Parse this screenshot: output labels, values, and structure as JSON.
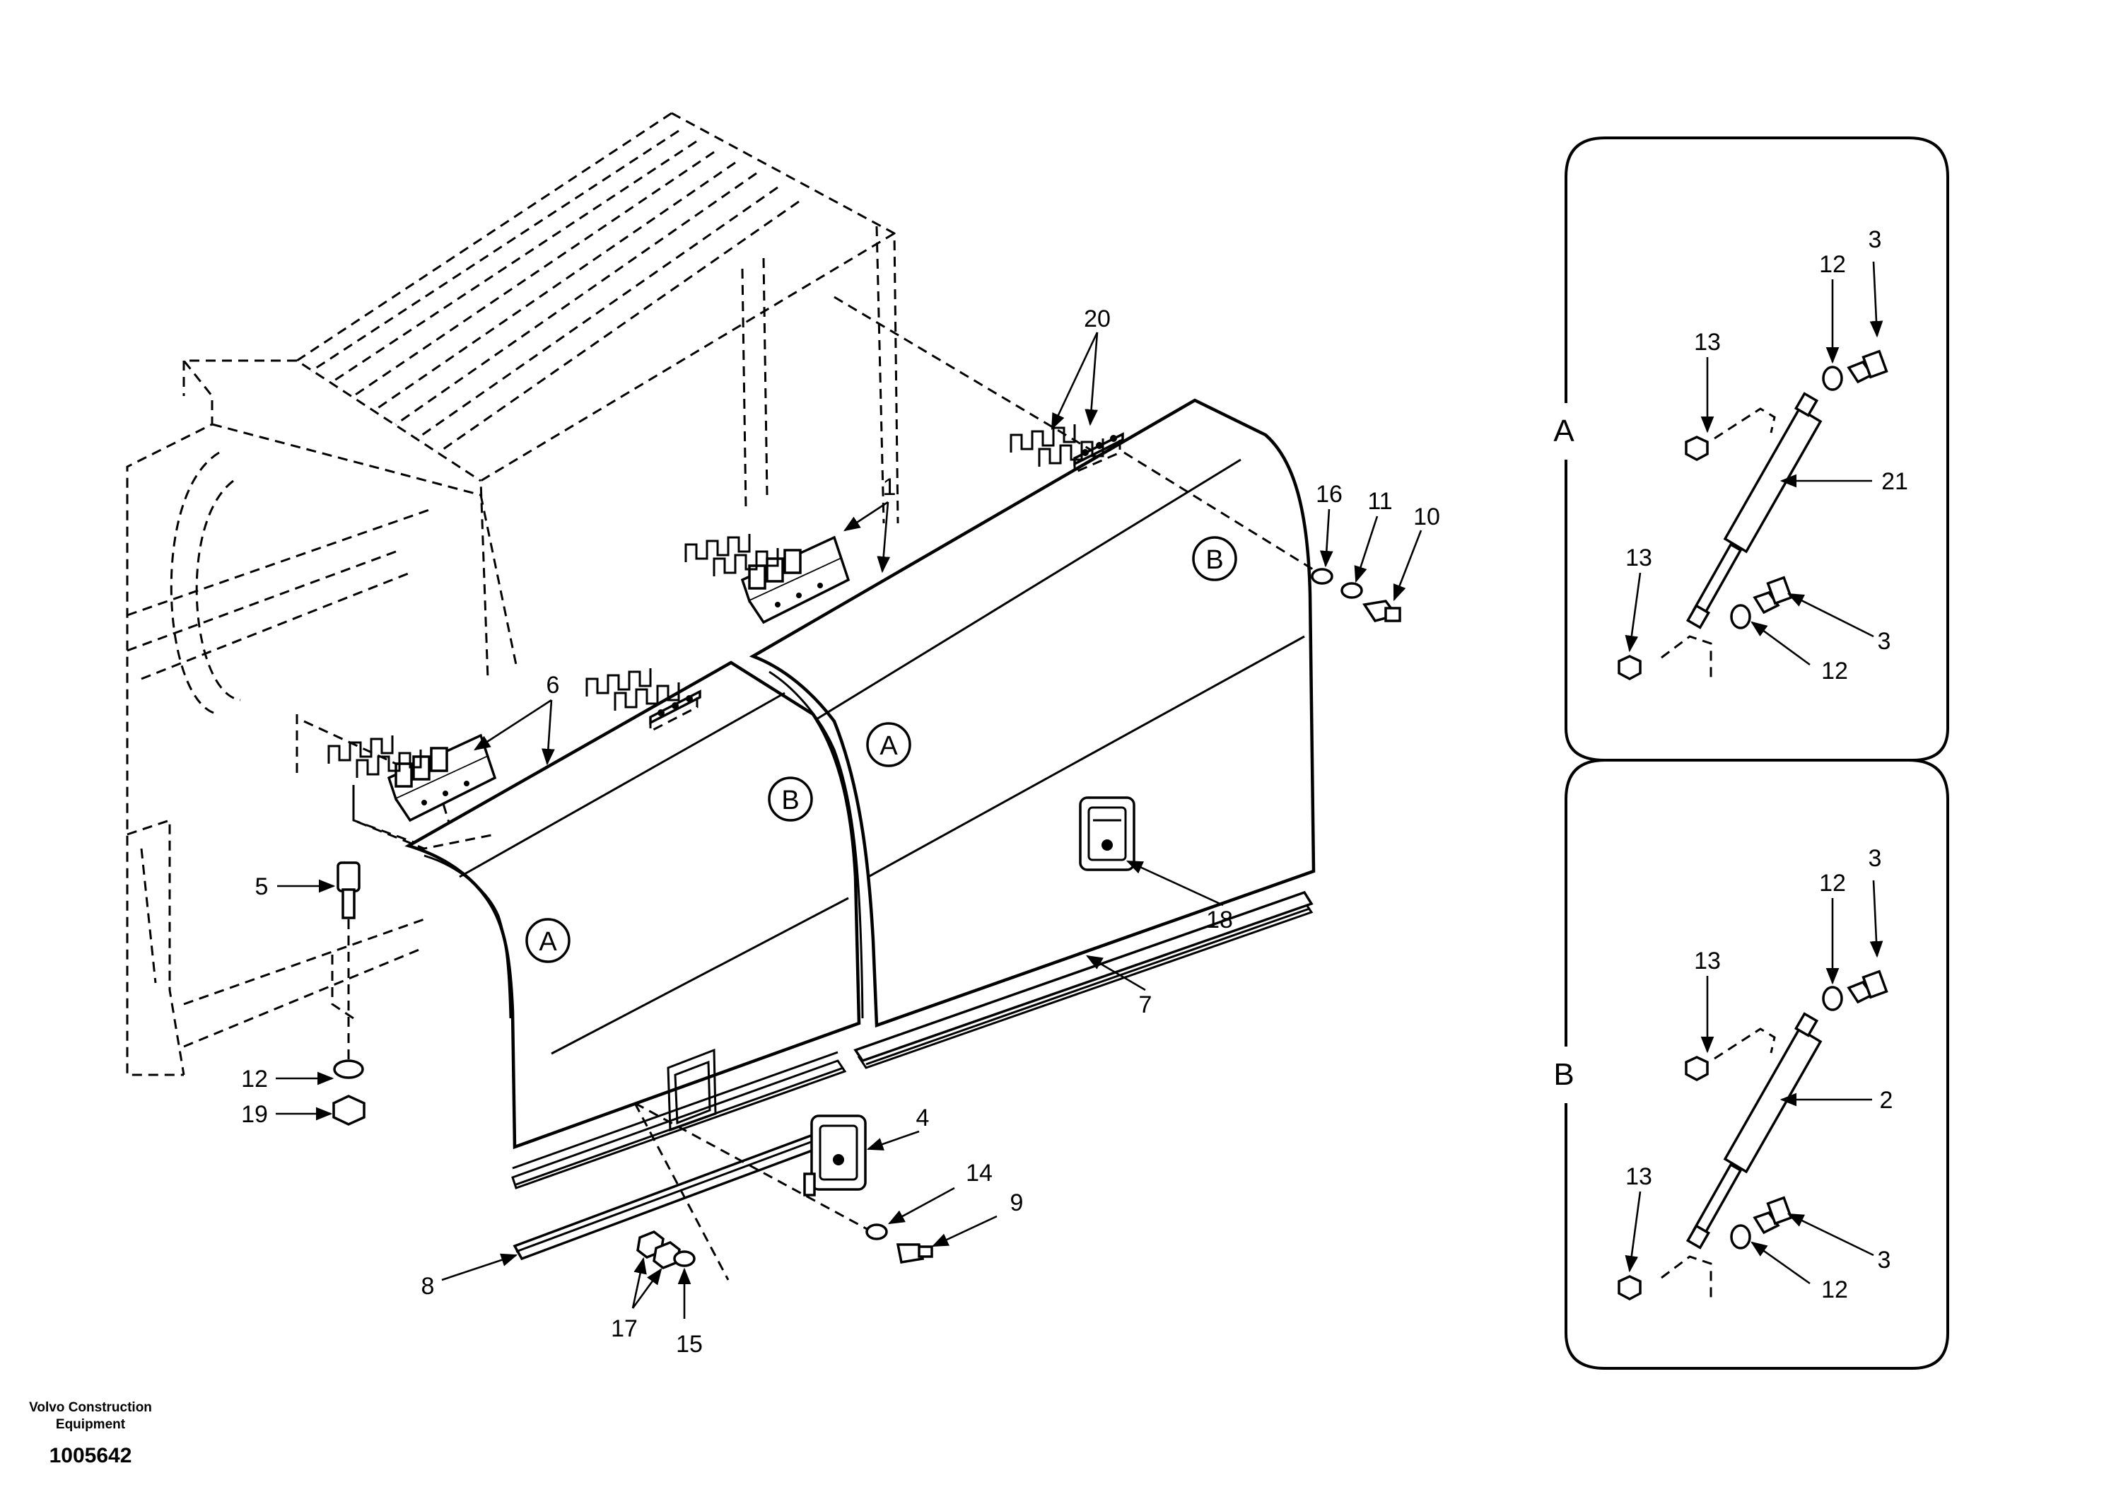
{
  "callouts": {
    "c1": "1",
    "c2": "2",
    "c3a": "3",
    "c3b": "3",
    "c3c": "3",
    "c3d": "3",
    "c4": "4",
    "c5": "5",
    "c6": "6",
    "c7": "7",
    "c8": "8",
    "c9": "9",
    "c10": "10",
    "c11": "11",
    "c12a": "12",
    "c12b": "12",
    "c12c": "12",
    "c12d": "12",
    "c12e": "12",
    "c13a": "13",
    "c13b": "13",
    "c13c": "13",
    "c13d": "13",
    "c14": "14",
    "c15": "15",
    "c16": "16",
    "c17": "17",
    "c18": "18",
    "c19": "19",
    "c20": "20",
    "c21": "21"
  },
  "panel_markers": {
    "left_a": "A",
    "left_b": "B",
    "right_a": "A",
    "right_b": "B"
  },
  "views": {
    "view_a": "A",
    "view_b": "B"
  },
  "footer": {
    "company_line1": "Volvo Construction",
    "company_line2": "Equipment",
    "drawing_number": "1005642"
  }
}
